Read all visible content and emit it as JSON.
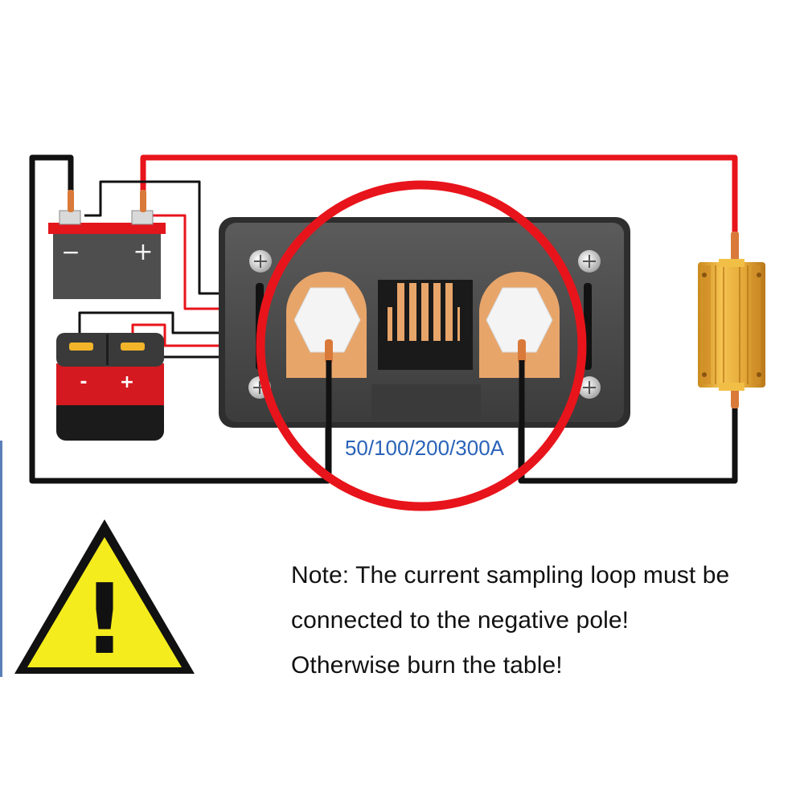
{
  "shunt": {
    "range_label": "50/100/200/300A"
  },
  "battery_lead_acid": {
    "negative_symbol": "−",
    "positive_symbol": "+"
  },
  "battery_cell": {
    "negative_symbol": "-",
    "positive_symbol": "+"
  },
  "warning": {
    "symbol": "!",
    "note_lines": [
      "Note: The current sampling loop must be",
      "connected to the negative pole!",
      "Otherwise burn the table!"
    ]
  },
  "colors": {
    "positive_wire": "#e8141b",
    "negative_wire": "#111111",
    "highlight_circle": "#e8141b",
    "copper": "#e8a56a",
    "warning_yellow": "#f4ec1c",
    "label_blue": "#2a63b8"
  }
}
